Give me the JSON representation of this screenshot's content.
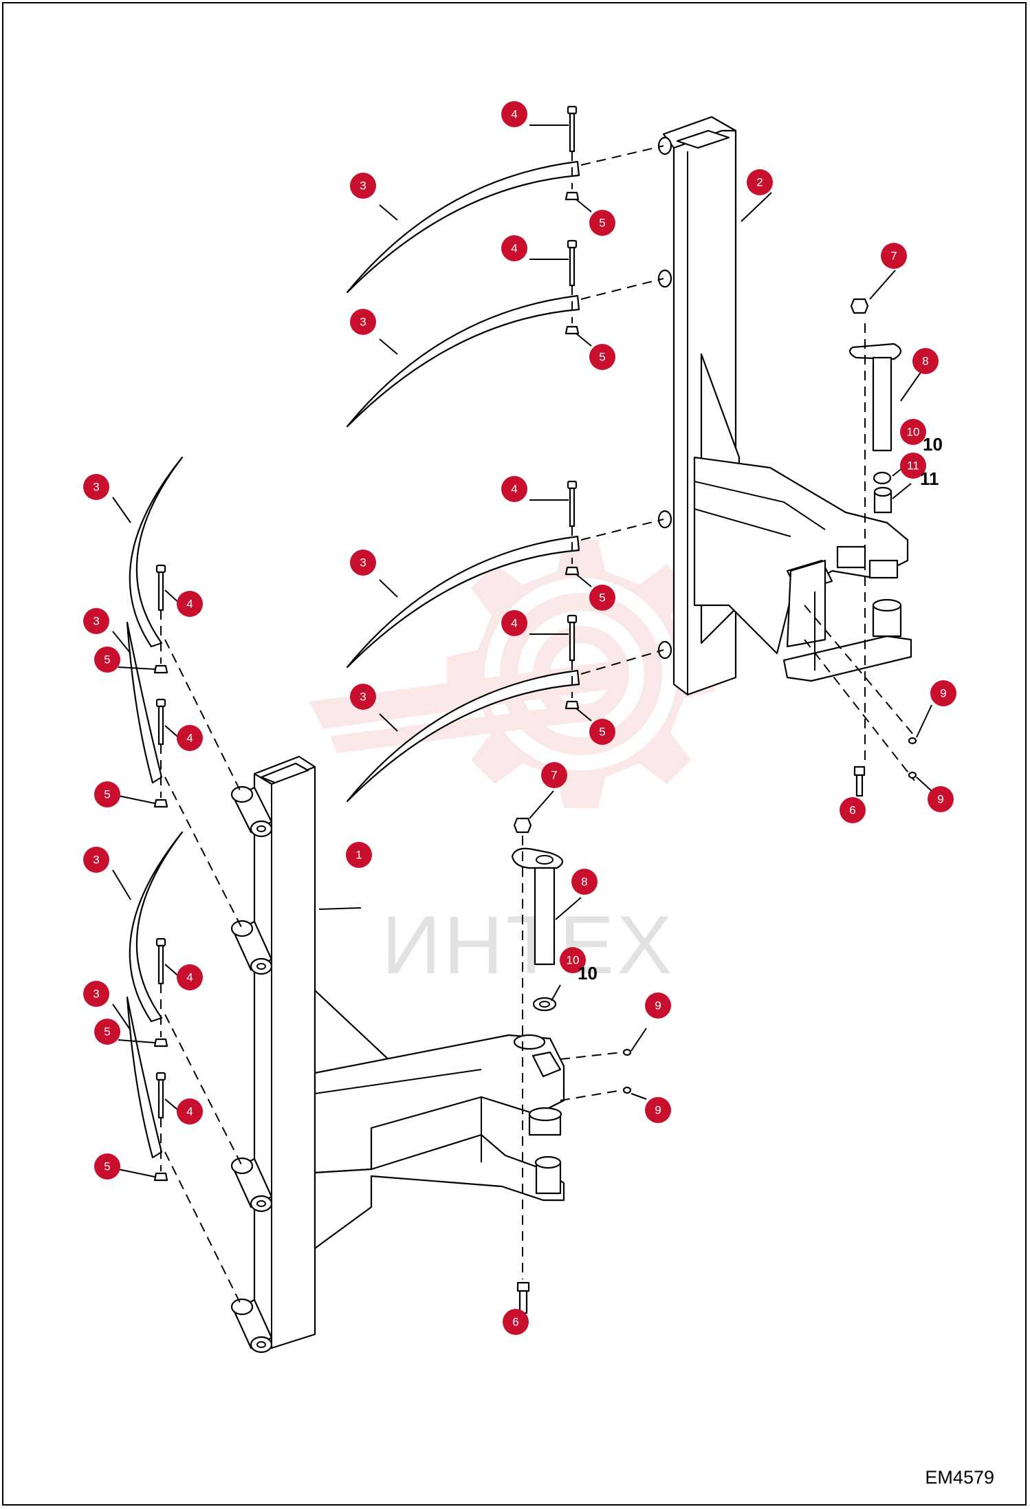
{
  "figure_code": "EM4579",
  "watermark": "ИНТЕХ",
  "colors": {
    "callout": "#c8102e",
    "watermark": "#f2b8b8"
  },
  "callouts": [
    {
      "label": "1"
    },
    {
      "label": "2"
    },
    {
      "label": "3"
    },
    {
      "label": "3"
    },
    {
      "label": "3"
    },
    {
      "label": "3"
    },
    {
      "label": "3"
    },
    {
      "label": "3"
    },
    {
      "label": "3"
    },
    {
      "label": "3"
    },
    {
      "label": "4"
    },
    {
      "label": "4"
    },
    {
      "label": "4"
    },
    {
      "label": "4"
    },
    {
      "label": "4"
    },
    {
      "label": "4"
    },
    {
      "label": "4"
    },
    {
      "label": "4"
    },
    {
      "label": "5"
    },
    {
      "label": "5"
    },
    {
      "label": "5"
    },
    {
      "label": "5"
    },
    {
      "label": "5"
    },
    {
      "label": "5"
    },
    {
      "label": "5"
    },
    {
      "label": "5"
    },
    {
      "label": "6"
    },
    {
      "label": "6"
    },
    {
      "label": "7"
    },
    {
      "label": "7"
    },
    {
      "label": "8"
    },
    {
      "label": "8"
    },
    {
      "label": "9"
    },
    {
      "label": "9"
    },
    {
      "label": "9"
    },
    {
      "label": "9"
    },
    {
      "label": "10"
    },
    {
      "label": "10"
    },
    {
      "label": "11"
    }
  ]
}
